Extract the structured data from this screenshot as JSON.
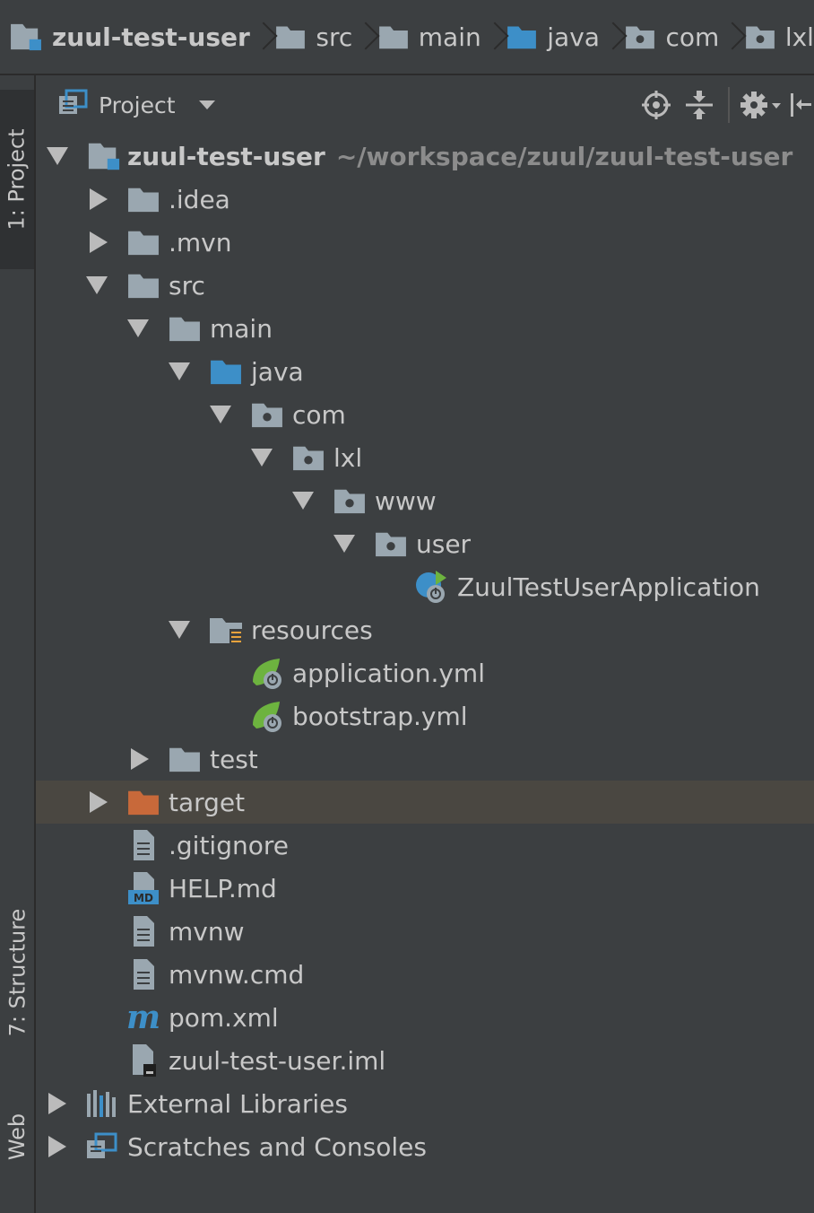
{
  "breadcrumb": {
    "items": [
      {
        "label": "zuul-test-user",
        "icon": "module-folder-icon"
      },
      {
        "label": "src",
        "icon": "folder-icon"
      },
      {
        "label": "main",
        "icon": "folder-icon"
      },
      {
        "label": "java",
        "icon": "source-folder-icon"
      },
      {
        "label": "com",
        "icon": "package-icon"
      },
      {
        "label": "lxl",
        "icon": "package-icon"
      }
    ]
  },
  "left_strip": {
    "project_tab": "1: Project",
    "structure_tab": "7: Structure",
    "web_tab": "Web"
  },
  "panel": {
    "title": "Project",
    "tools": [
      "locate-icon",
      "collapse-all-icon",
      "settings-icon",
      "hide-icon"
    ]
  },
  "tree": {
    "root": {
      "label": "zuul-test-user",
      "path": "~/workspace/zuul/zuul-test-user"
    },
    "idea": ".idea",
    "mvn": ".mvn",
    "src": "src",
    "main": "main",
    "java": "java",
    "com": "com",
    "lxl": "lxl",
    "www": "www",
    "user": "user",
    "app_class": "ZuulTestUserApplication",
    "resources": "resources",
    "application_yml": "application.yml",
    "bootstrap_yml": "bootstrap.yml",
    "test": "test",
    "target": "target",
    "gitignore": ".gitignore",
    "help_md": "HELP.md",
    "md_badge": "MD",
    "mvnw": "mvnw",
    "mvnw_cmd": "mvnw.cmd",
    "pom": "pom.xml",
    "pom_glyph": "m",
    "iml": "zuul-test-user.iml",
    "external_libraries": "External Libraries",
    "scratches": "Scratches and Consoles"
  },
  "colors": {
    "background": "#3c3f41",
    "text": "#c8c8c8",
    "folder": "#9aa7b0",
    "source_folder": "#3d8fc8",
    "excluded_folder": "#c8693a",
    "selection": "#4a4741",
    "spring_green": "#6db33f"
  }
}
